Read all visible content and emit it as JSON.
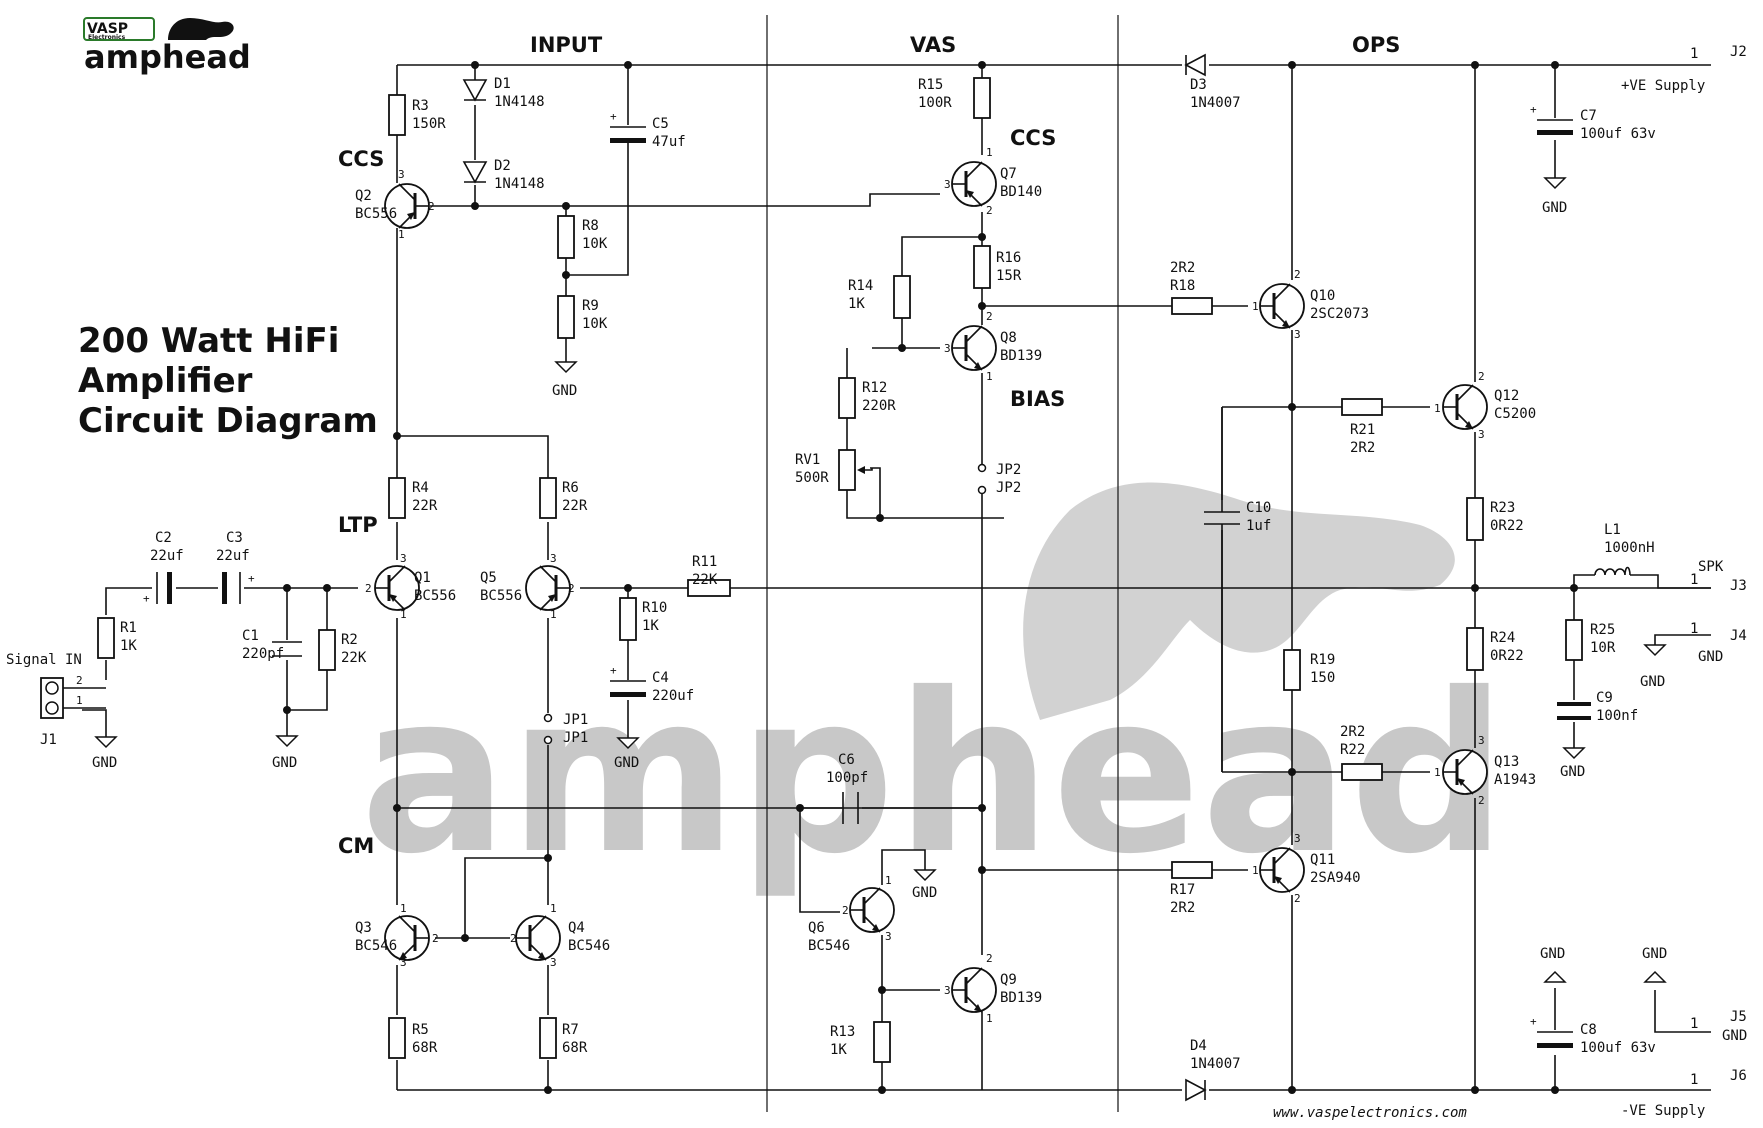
{
  "logo": {
    "brand_top": "VASP",
    "brand_sub": "Electronics",
    "name": "amphead"
  },
  "title": {
    "line1": "200 Watt HiFi",
    "line2": "Amplifier",
    "line3": "Circuit Diagram"
  },
  "sections": {
    "input": "INPUT",
    "vas": "VAS",
    "ops": "OPS"
  },
  "labels": {
    "ccs1": "CCS",
    "ccs2": "CCS",
    "ltp": "LTP",
    "cm": "CM",
    "bias": "BIAS"
  },
  "watermark": "amphead",
  "website": "www.vaspelectronics.com",
  "components": {
    "R1": {
      "ref": "R1",
      "val": "1K"
    },
    "R2": {
      "ref": "R2",
      "val": "22K"
    },
    "R3": {
      "ref": "R3",
      "val": "150R"
    },
    "R4": {
      "ref": "R4",
      "val": "22R"
    },
    "R5": {
      "ref": "R5",
      "val": "68R"
    },
    "R6": {
      "ref": "R6",
      "val": "22R"
    },
    "R7": {
      "ref": "R7",
      "val": "68R"
    },
    "R8": {
      "ref": "R8",
      "val": "10K"
    },
    "R9": {
      "ref": "R9",
      "val": "10K"
    },
    "R10": {
      "ref": "R10",
      "val": "1K"
    },
    "R11": {
      "ref": "R11",
      "val": "22K"
    },
    "R12": {
      "ref": "R12",
      "val": "220R"
    },
    "R13": {
      "ref": "R13",
      "val": "1K"
    },
    "R14": {
      "ref": "R14",
      "val": "1K"
    },
    "R15": {
      "ref": "R15",
      "val": "100R"
    },
    "R16": {
      "ref": "R16",
      "val": "15R"
    },
    "R17": {
      "ref": "R17",
      "val": "2R2"
    },
    "R18": {
      "ref": "R18",
      "val": "2R2"
    },
    "R19": {
      "ref": "R19",
      "val": "150"
    },
    "R21": {
      "ref": "R21",
      "val": "2R2"
    },
    "R22": {
      "ref": "R22",
      "val": "2R2"
    },
    "R23": {
      "ref": "R23",
      "val": "0R22"
    },
    "R24": {
      "ref": "R24",
      "val": "0R22"
    },
    "R25": {
      "ref": "R25",
      "val": "10R"
    },
    "RV1": {
      "ref": "RV1",
      "val": "500R"
    },
    "C1": {
      "ref": "C1",
      "val": "220pf"
    },
    "C2": {
      "ref": "C2",
      "val": "22uf"
    },
    "C3": {
      "ref": "C3",
      "val": "22uf"
    },
    "C4": {
      "ref": "C4",
      "val": "220uf"
    },
    "C5": {
      "ref": "C5",
      "val": "47uf"
    },
    "C6": {
      "ref": "C6",
      "val": "100pf"
    },
    "C7": {
      "ref": "C7",
      "val": "100uf 63v"
    },
    "C8": {
      "ref": "C8",
      "val": "100uf 63v"
    },
    "C9": {
      "ref": "C9",
      "val": "100nf"
    },
    "C10": {
      "ref": "C10",
      "val": "1uf"
    },
    "D1": {
      "ref": "D1",
      "val": "1N4148"
    },
    "D2": {
      "ref": "D2",
      "val": "1N4148"
    },
    "D3": {
      "ref": "D3",
      "val": "1N4007"
    },
    "D4": {
      "ref": "D4",
      "val": "1N4007"
    },
    "Q1": {
      "ref": "Q1",
      "val": "BC556"
    },
    "Q2": {
      "ref": "Q2",
      "val": "BC556"
    },
    "Q3": {
      "ref": "Q3",
      "val": "BC546"
    },
    "Q4": {
      "ref": "Q4",
      "val": "BC546"
    },
    "Q5": {
      "ref": "Q5",
      "val": "BC556"
    },
    "Q6": {
      "ref": "Q6",
      "val": "BC546"
    },
    "Q7": {
      "ref": "Q7",
      "val": "BD140"
    },
    "Q8": {
      "ref": "Q8",
      "val": "BD139"
    },
    "Q9": {
      "ref": "Q9",
      "val": "BD139"
    },
    "Q10": {
      "ref": "Q10",
      "val": "2SC2073"
    },
    "Q11": {
      "ref": "Q11",
      "val": "2SA940"
    },
    "Q12": {
      "ref": "Q12",
      "val": "C5200"
    },
    "Q13": {
      "ref": "Q13",
      "val": "A1943"
    },
    "L1": {
      "ref": "L1",
      "val": "1000nH"
    },
    "JP1": {
      "ref": "JP1",
      "val": "JP1"
    },
    "JP2": {
      "ref": "JP2",
      "val": "JP2"
    },
    "J1": {
      "ref": "J1",
      "val": "Signal IN"
    },
    "J2": {
      "ref": "J2",
      "val": "+VE Supply"
    },
    "J3": {
      "ref": "J3",
      "val": "SPK"
    },
    "J4": {
      "ref": "J4",
      "val": "GND"
    },
    "J5": {
      "ref": "J5",
      "val": "GND"
    },
    "J6": {
      "ref": "J6",
      "val": "-VE Supply"
    }
  },
  "gnd": "GND"
}
